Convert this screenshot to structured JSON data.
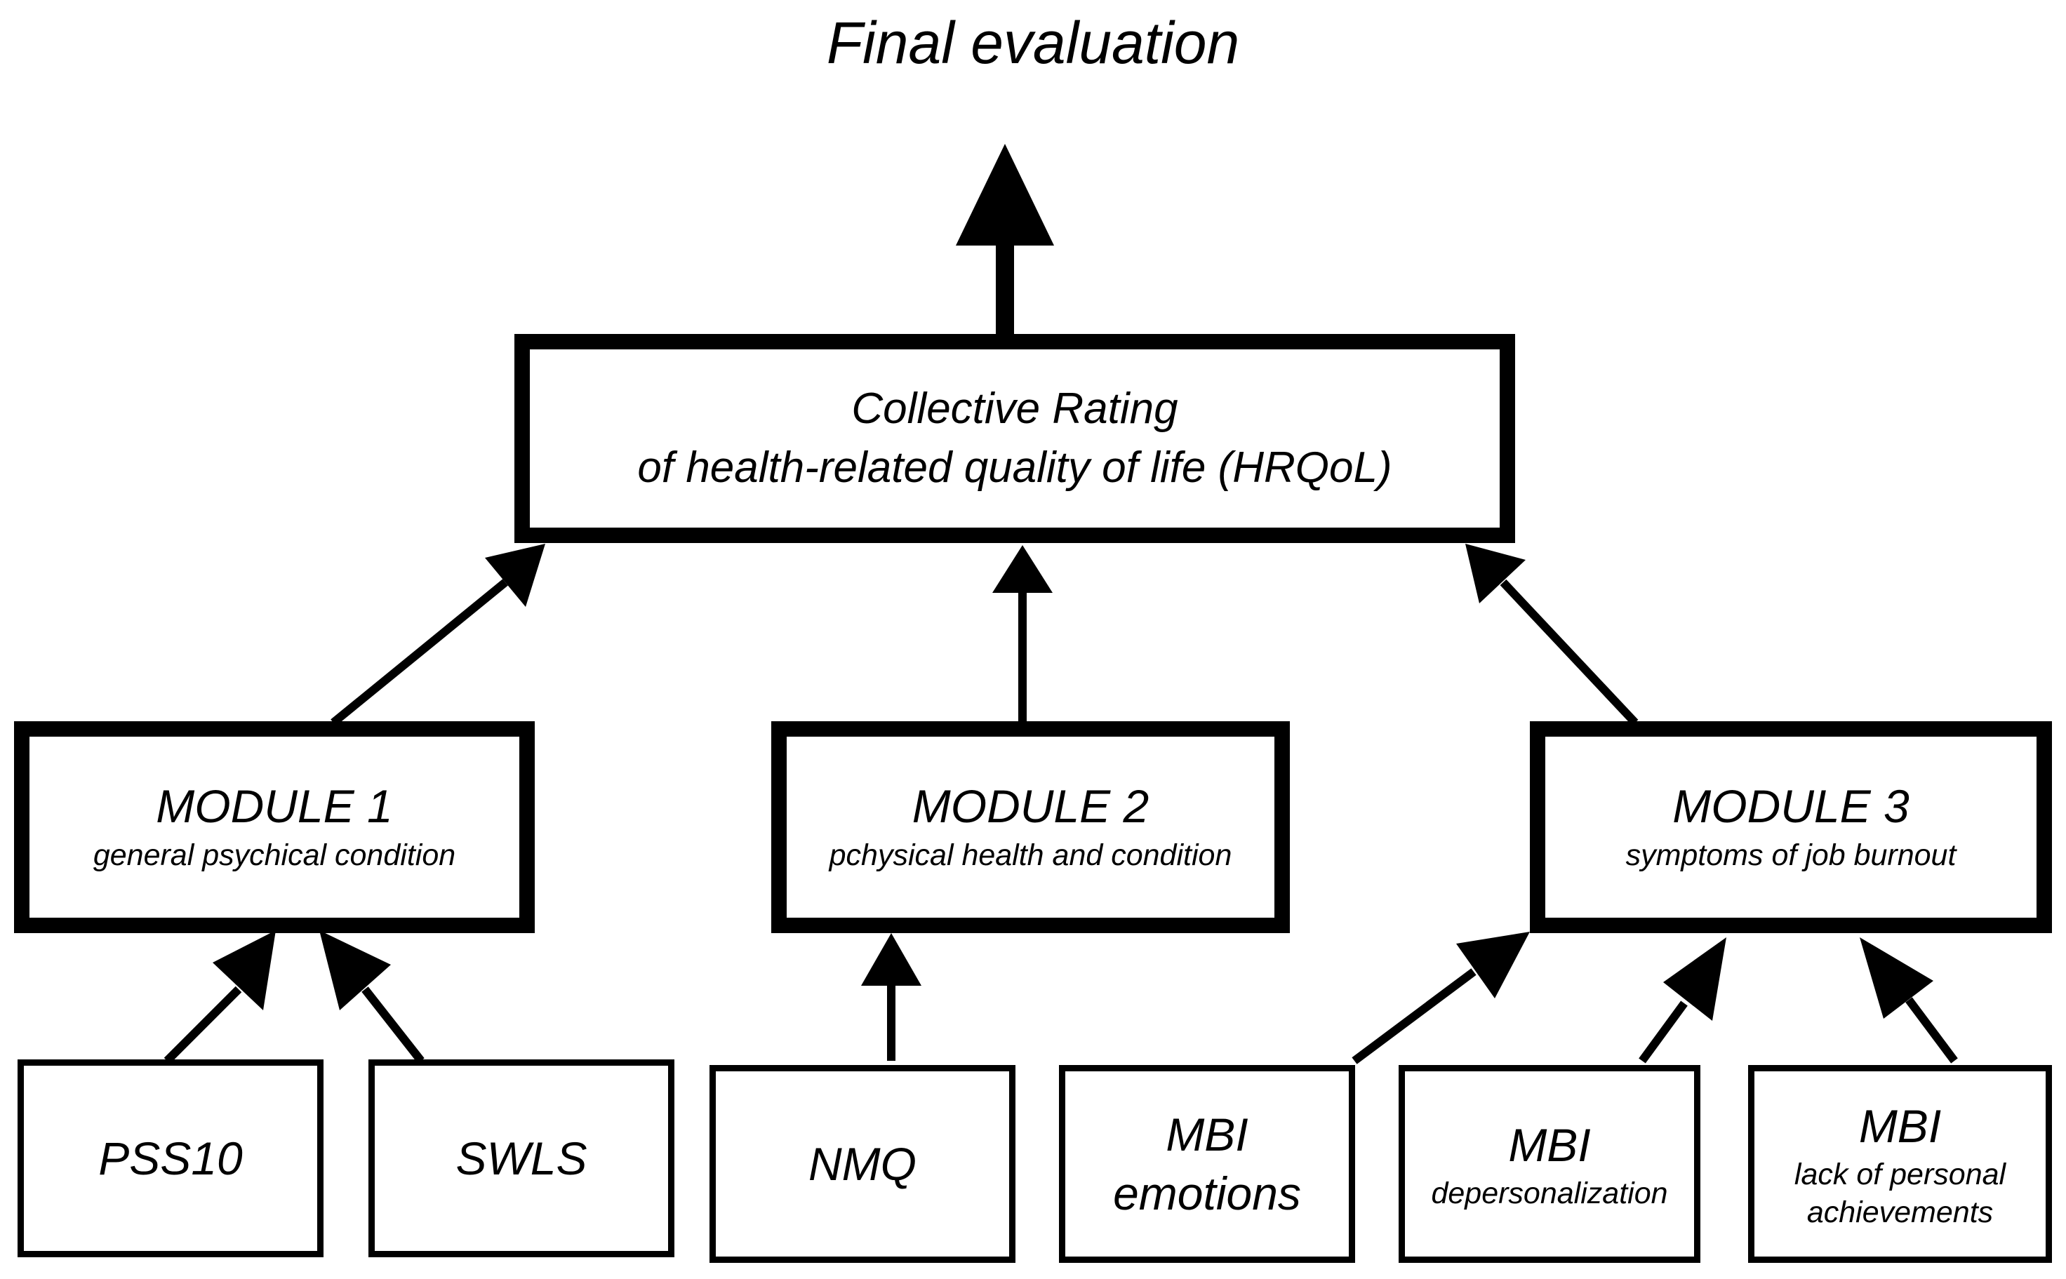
{
  "heading": "Final evaluation",
  "collective": {
    "line1": "Collective Rating",
    "line2": "of health-related quality of life (HRQoL)"
  },
  "modules": [
    {
      "name": "MODULE 1",
      "description": "general psychical condition"
    },
    {
      "name": "MODULE 2",
      "description": "pchysical health and condition"
    },
    {
      "name": "MODULE 3",
      "description": "symptoms of job burnout"
    }
  ],
  "instruments": {
    "pss10": "PSS10",
    "swls": "SWLS",
    "nmq": "NMQ",
    "mbi_emotions": {
      "line1": "MBI",
      "line2": "emotions"
    },
    "mbi_depersonalization": {
      "line1": "MBI",
      "line2": "depersonalization"
    },
    "mbi_achievements": {
      "line1": "MBI",
      "line2": "lack of personal",
      "line3": "achievements"
    }
  },
  "colors": {
    "stroke": "#000000",
    "background": "#ffffff"
  }
}
